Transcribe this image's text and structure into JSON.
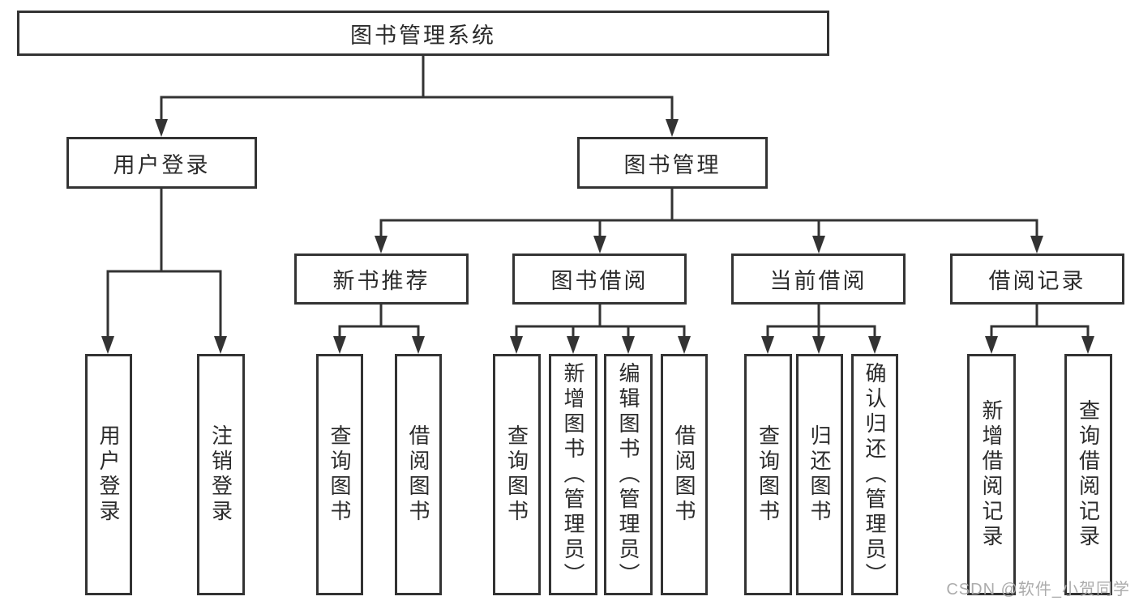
{
  "diagram": {
    "root": {
      "label": "图书管理系统"
    },
    "level2": [
      {
        "label": "用户登录"
      },
      {
        "label": "图书管理"
      }
    ],
    "level3": [
      {
        "label": "新书推荐"
      },
      {
        "label": "图书借阅"
      },
      {
        "label": "当前借阅"
      },
      {
        "label": "借阅记录"
      }
    ],
    "leaves": [
      {
        "label": "用户登录"
      },
      {
        "label": "注销登录"
      },
      {
        "label": "查询图书"
      },
      {
        "label": "借阅图书"
      },
      {
        "label": "查询图书"
      },
      {
        "label": "新增图书（管理员）"
      },
      {
        "label": "编辑图书（管理员）"
      },
      {
        "label": "借阅图书"
      },
      {
        "label": "查询图书"
      },
      {
        "label": "归还图书"
      },
      {
        "label": "确认归还（管理员）"
      },
      {
        "label": "新增借阅记录"
      },
      {
        "label": "查询借阅记录"
      }
    ],
    "colors": {
      "line": "#333333",
      "text": "#2b2b2b",
      "box_background": "#ffffff",
      "watermark": "#a8a8a8"
    },
    "watermark": "CSDN @软件_小贺同学"
  }
}
